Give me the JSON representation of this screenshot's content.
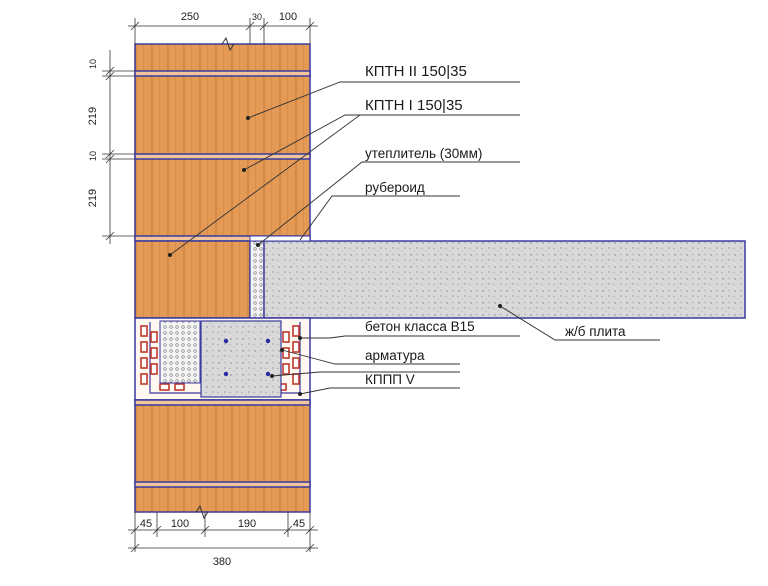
{
  "dimensions": {
    "top": [
      "250",
      "30",
      "100"
    ],
    "left": [
      "10",
      "219",
      "10",
      "219"
    ],
    "bottom": [
      "45",
      "100",
      "190",
      "45"
    ],
    "bottom_total": "380"
  },
  "labels": {
    "kptn2": "КПТН II 150|35",
    "kptn1": "КПТН I 150|35",
    "insulation": "утеплитель (30мм)",
    "ruberoid": "рубероид",
    "slab": "ж/б плита",
    "concrete": "бетон класса В15",
    "rebar": "арматура",
    "kppp": "КППП V"
  },
  "colors": {
    "brick": "#E49A55",
    "brick_line": "#B86A2E",
    "outline": "#3A3AA0",
    "concrete": "#D6D6D6",
    "leader": "#333333"
  }
}
